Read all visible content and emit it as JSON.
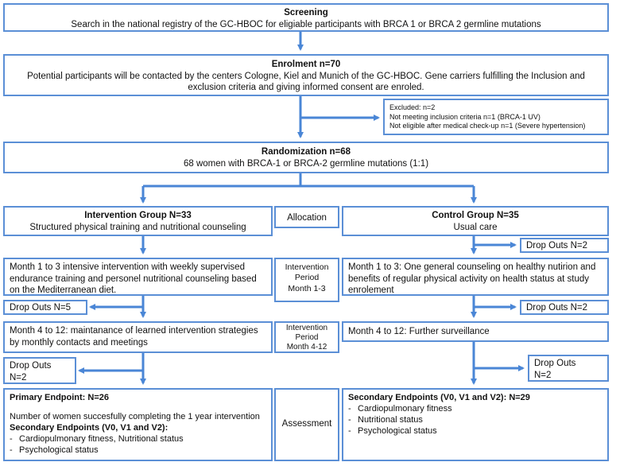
{
  "screening": {
    "title": "Screening",
    "text": "Search in the national registry of the GC-HBOC for eligiable participants with BRCA 1 or BRCA 2 germline mutations"
  },
  "enrolment": {
    "title": "Enrolment n=70",
    "text": "Potential participants will be contacted by the centers Cologne, Kiel and Munich of the GC-HBOC. Gene carriers fulfilling the Inclusion and exclusion criteria and giving informed consent are enroled."
  },
  "excluded": {
    "line1": "Excluded: n=2",
    "line2": "Not meeting inclusion criteria n=1 (BRCA-1 UV)",
    "line3": "Not eligible after medical check-up n=1 (Severe hypertension)"
  },
  "randomization": {
    "title": "Randomization n=68",
    "text": "68 women with BRCA-1 or BRCA-2 germline mutations (1:1)"
  },
  "allocation": {
    "label": "Allocation"
  },
  "intervention_group": {
    "title": "Intervention Group N=33",
    "text": "Structured physical training and nutritional counseling"
  },
  "control_group": {
    "title": "Control Group N=35",
    "text": "Usual care"
  },
  "dropouts": {
    "control_1": "Drop Outs N=2",
    "intervention_1": "Drop Outs N=5",
    "control_2": "Drop Outs N=2",
    "intervention_2_line1": "Drop Outs",
    "intervention_2_line2": "N=2",
    "control_3_line1": "Drop Outs",
    "control_3_line2": "N=2"
  },
  "period1": {
    "line1": "Intervention",
    "line2": "Period",
    "line3": "Month 1-3"
  },
  "period2": {
    "line1": "Intervention",
    "line2": "Period",
    "line3": "Month 4-12"
  },
  "intervention_m1_3": "Month 1 to 3 intensive intervention with weekly supervised endurance training and personel nutritional counseling based on the Mediterranean diet.",
  "control_m1_3": "Month 1 to 3: One general counseling on healthy nutirion and benefits of regular physical activity on health status at study enrolement",
  "intervention_m4_12": "Month 4 to 12: maintanance of learned intervention strategies by monthly contacts and meetings",
  "control_m4_12": "Month 4 to 12: Further surveillance",
  "assessment": {
    "label": "Assessment"
  },
  "primary": {
    "title": "Primary Endpoint: N=26",
    "text": "Number of women succesfully completing the 1 year intervention",
    "secondary_title": "Secondary Endpoints (V0, V1 and V2):",
    "items": [
      "Cardiopulmonary fitness, Nutritional status",
      "Psychological status"
    ]
  },
  "secondary_control": {
    "title": "Secondary Endpoints (V0, V1 and V2): N=29",
    "items": [
      "Cardiopulmonary fitness",
      "Nutritional status",
      "Psychological status"
    ]
  },
  "colors": {
    "line": "#4a86d6",
    "border": "#5b8fd6"
  }
}
